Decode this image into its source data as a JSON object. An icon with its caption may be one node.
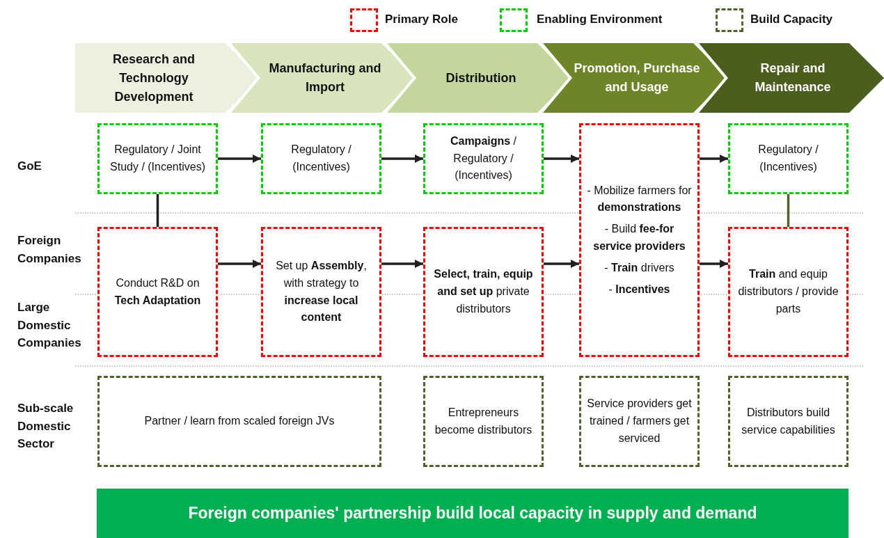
{
  "diagram": {
    "nodes": [
      {
        "text": [
          "Research and Technology Development"
        ]
      },
      {
        "text": [
          "Manufacturing and Import"
        ]
      },
      {
        "text": [
          "Distribution"
        ]
      },
      {
        "text": [
          "Promotion, Purchase and Usage"
        ]
      },
      {
        "text": [
          "Repair and Maintenance"
        ]
      },
      {
        "text": [
          "Regulatory / Joint Study / (Incentives)"
        ]
      },
      {
        "text": [
          "Regulatory / (Incentives)"
        ]
      },
      {
        "text": [
          "**Campaigns** / Regulatory / (Incentives)"
        ]
      },
      {
        "text": [
          "- Mobilize farmers for **demonstrations**",
          "- Build **fee-for service providers**",
          "- **Train** drivers",
          "- **Incentives**"
        ]
      },
      {
        "text": [
          "Regulatory / (Incentives)"
        ]
      },
      {
        "text": [
          "Conduct R&D on **Tech Adaptation**"
        ]
      },
      {
        "text": [
          "Set up **Assembly**, with strategy to **increase local content**"
        ]
      },
      {
        "text": [
          "**Select, train, equip and set up** private distributors"
        ]
      },
      {
        "text": [
          "**Train** and equip distributors / provide parts"
        ]
      },
      {
        "text": [
          "Partner / learn from scaled foreign JVs"
        ]
      },
      {
        "text": [
          "Entrepreneurs become distributors"
        ]
      },
      {
        "text": [
          "Service providers get trained / farmers get serviced"
        ]
      },
      {
        "text": [
          "Distributors build service capabilities"
        ]
      },
      {
        "text": [
          "Foreign companies' partnership build local capacity in supply and demand"
        ]
      }
    ],
    "edges": [
      {
        "from": 5,
        "to": 6,
        "arrow": "to"
      },
      {
        "from": 6,
        "to": 7,
        "arrow": "to"
      },
      {
        "from": 7,
        "to": 8,
        "arrow": "to"
      },
      {
        "from": 8,
        "to": 9,
        "arrow": "to"
      },
      {
        "from": 5,
        "to": 10,
        "arrow": "none"
      },
      {
        "from": 10,
        "to": 11,
        "arrow": "to"
      },
      {
        "from": 11,
        "to": 12,
        "arrow": "to"
      },
      {
        "from": 12,
        "to": 8,
        "arrow": "to"
      },
      {
        "from": 8,
        "to": 13,
        "arrow": "to"
      },
      {
        "from": 9,
        "to": 13,
        "arrow": "none",
        "color": "#4f6228"
      }
    ],
    "labels": [
      "GoE",
      "Foreign Companies",
      "Large Domestic Companies",
      "Sub-scale Domestic Sector"
    ],
    "legend": [
      {
        "text": "Primary Role",
        "color": "#ff0000"
      },
      {
        "text": "Enabling Environment",
        "color": "#00cc00"
      },
      {
        "text": "Build Capacity",
        "color": "#4f6228"
      }
    ]
  }
}
